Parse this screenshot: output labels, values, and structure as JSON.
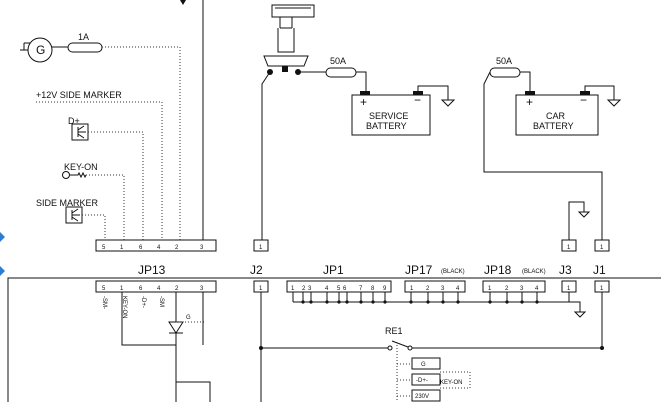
{
  "components": {
    "generator": {
      "label": "G",
      "fuse": "1A"
    },
    "side_marker_12v": "+12V SIDE MARKER",
    "d_plus": "D+",
    "key_on": "KEY-ON",
    "side_marker": "SIDE MARKER",
    "service_battery": {
      "line1": "SERVICE",
      "line2": "BATTERY",
      "fuse": "50A",
      "plus": "+",
      "minus": "−"
    },
    "car_battery": {
      "line1": "CAR",
      "line2": "BATTERY",
      "fuse": "50A",
      "plus": "+",
      "minus": "−"
    }
  },
  "connectors": {
    "jp13": {
      "label": "JP13",
      "pins_top": [
        "5",
        "1",
        "6",
        "4",
        "2",
        "3"
      ],
      "pins_bottom": [
        "5",
        "1",
        "6",
        "4",
        "2",
        "3"
      ],
      "wire_labels": [
        "-SM-",
        "KEY-ON",
        "-D+-",
        "-SM"
      ]
    },
    "j2": {
      "label": "J2",
      "pin_top": "1",
      "pin_bottom": "1"
    },
    "jp1": {
      "label": "JP1",
      "pins": [
        "1",
        "2",
        "3",
        "4",
        "5",
        "6",
        "7",
        "8",
        "9"
      ]
    },
    "jp17": {
      "label": "JP17",
      "note": "(BLACK)",
      "pins": [
        "1",
        "2",
        "3",
        "4"
      ]
    },
    "jp18": {
      "label": "JP18",
      "note": "(BLACK)",
      "pins": [
        "1",
        "2",
        "3",
        "4"
      ]
    },
    "j3": {
      "label": "J3",
      "pin_top": "1",
      "pin_bottom": "1"
    },
    "j1": {
      "label": "J1",
      "pin_top": "1",
      "pin_bottom": "1"
    }
  },
  "relay": {
    "label": "RE1",
    "g": "G",
    "dplus": "-D+-",
    "keyon": "KEY-ON",
    "v230": "230V"
  }
}
